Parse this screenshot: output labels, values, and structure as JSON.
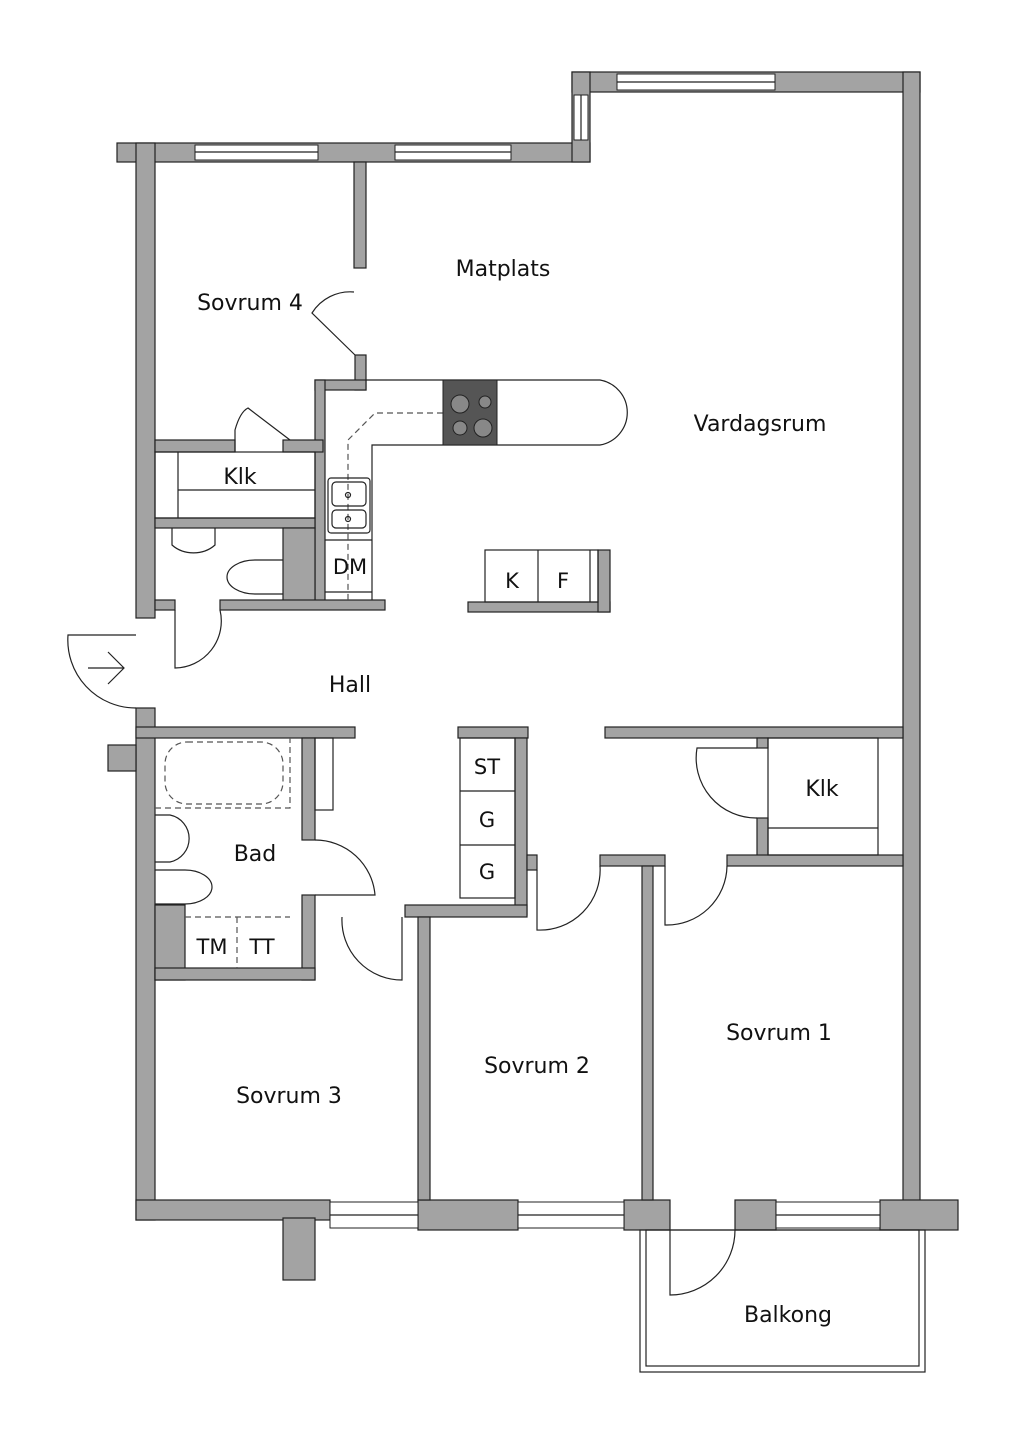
{
  "rooms": {
    "sovrum4": "Sovrum 4",
    "matplats": "Matplats",
    "vardagsrum": "Vardagsrum",
    "klk_left": "Klk",
    "dm": "DM",
    "k": "K",
    "f": "F",
    "hall": "Hall",
    "st": "ST",
    "g1": "G",
    "g2": "G",
    "klk_right": "Klk",
    "bad": "Bad",
    "tm": "TM",
    "tt": "TT",
    "sovrum3": "Sovrum 3",
    "sovrum2": "Sovrum 2",
    "sovrum1": "Sovrum 1",
    "balkong": "Balkong"
  },
  "colors": {
    "wall": "#a3a3a3",
    "stove": "#555555",
    "line": "#222222"
  }
}
